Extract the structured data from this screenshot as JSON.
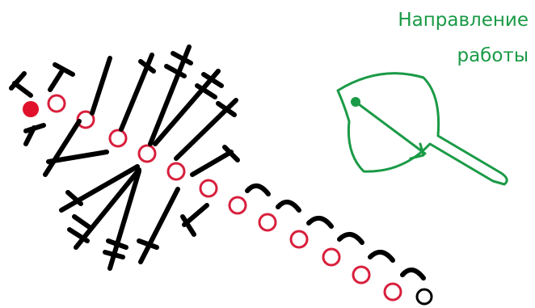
{
  "direction_label": {
    "line1": "Направление",
    "line2": "работы"
  },
  "colors": {
    "stitch": "#000000",
    "chain": "#d81f3c",
    "start_dot": "#e0112b",
    "direction": "#1a9a46",
    "end_ring": "#000000"
  },
  "icons": {
    "start": "filled-red-dot",
    "chain": "red-ring",
    "end": "black-ring",
    "arrow": "green-arrow-leaf"
  }
}
